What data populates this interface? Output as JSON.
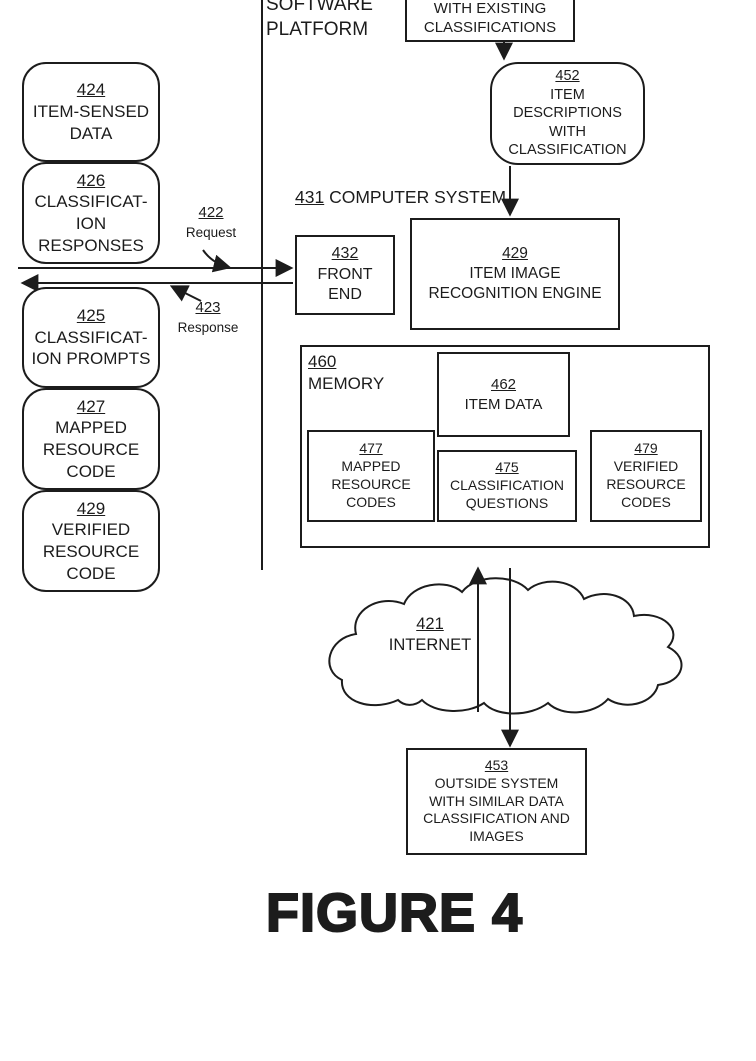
{
  "figure": {
    "title": "FIGURE 4"
  },
  "platform": {
    "label": "SOFTWARE\nPLATFORM",
    "existing_classifications": {
      "label": "WITH EXISTING\nCLASSIFICATIONS"
    },
    "item_descriptions": {
      "id": "452",
      "label": "ITEM\nDESCRIPTIONS\nWITH\nCLASSIFICATION"
    }
  },
  "left_column": [
    {
      "id": "424",
      "label": "ITEM-SENSED\nDATA"
    },
    {
      "id": "426",
      "label": "CLASSIFICAT-\nION\nRESPONSES"
    },
    {
      "id": "425",
      "label": "CLASSIFICAT-\nION PROMPTS"
    },
    {
      "id": "427",
      "label": "MAPPED\nRESOURCE\nCODE"
    },
    {
      "id": "429",
      "label": "VERIFIED\nRESOURCE\nCODE"
    }
  ],
  "links": {
    "request": {
      "id": "422",
      "label": "Request"
    },
    "response": {
      "id": "423",
      "label": "Response"
    }
  },
  "computer_system": {
    "id": "431",
    "label": "COMPUTER SYSTEM",
    "front_end": {
      "id": "432",
      "label": "FRONT\nEND"
    },
    "engine": {
      "id": "429",
      "label": "ITEM IMAGE\nRECOGNITION ENGINE"
    },
    "memory": {
      "id": "460",
      "label": "MEMORY",
      "item_data": {
        "id": "462",
        "label": "ITEM DATA"
      },
      "mapped_resource_codes": {
        "id": "477",
        "label": "MAPPED\nRESOURCE\nCODES"
      },
      "classification_questions": {
        "id": "475",
        "label": "CLASSIFICATION\nQUESTIONS"
      },
      "verified_resource_codes": {
        "id": "479",
        "label": "VERIFIED\nRESOURCE\nCODES"
      }
    }
  },
  "internet": {
    "id": "421",
    "label": "INTERNET"
  },
  "outside_system": {
    "id": "453",
    "label": "OUTSIDE SYSTEM\nWITH SIMILAR DATA\nCLASSIFICATION AND\nIMAGES"
  },
  "colors": {
    "ink": "#1c1c1c"
  }
}
